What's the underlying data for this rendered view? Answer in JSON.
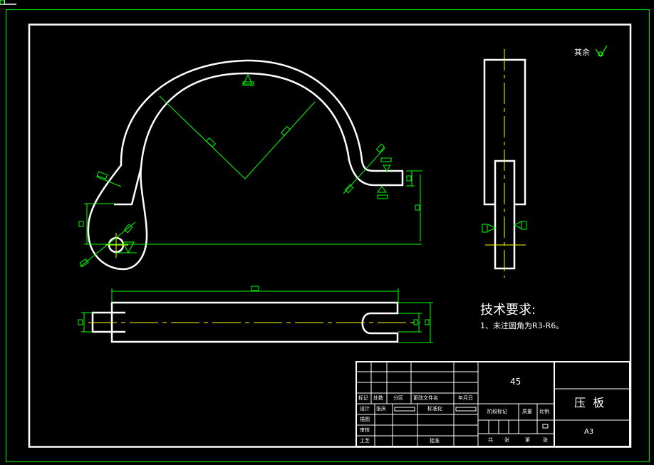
{
  "drawing": {
    "part_name": "压  板",
    "material": "45",
    "sheet_size": "A3",
    "surface_finish_note": "其余",
    "tech_requirements": {
      "title": "技术要求:",
      "items": [
        "1、未注圆角为R3-R6。"
      ]
    }
  },
  "title_block": {
    "revision_headers": [
      "标记",
      "处数",
      "分区",
      "更改文件名",
      "年月日"
    ],
    "rows": [
      {
        "label": "设计",
        "name": "张庆",
        "mid_label": "标准化"
      },
      {
        "label": "描图"
      },
      {
        "label": "审核"
      },
      {
        "label": "工艺",
        "mid_label": "批准"
      }
    ],
    "stage_headers": [
      "阶段标记",
      "质量",
      "比例"
    ],
    "sheet_footer": [
      "共",
      "张",
      "第",
      "张"
    ]
  },
  "colors": {
    "background": "#000000",
    "geometry": "#ffffff",
    "dimension": "#00ff00",
    "centerline": "#ffff00",
    "border_outer": "#00cc00"
  }
}
